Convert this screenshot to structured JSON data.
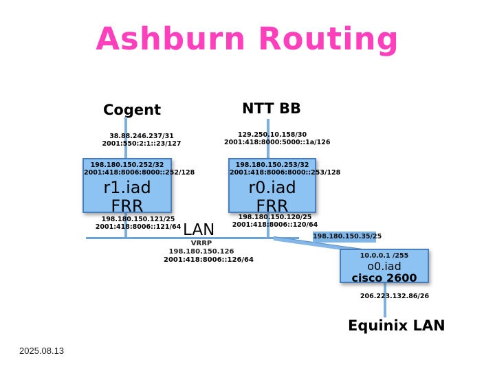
{
  "title": "Ashburn Routing",
  "date": "2025.08.13",
  "colors": {
    "title_pink": "#ff3fbc",
    "node_fill": "#8dc3f2",
    "node_border": "#4a7ebb",
    "line_blue": "#7fafdd"
  },
  "nodes": {
    "cogent": {
      "label": "Cogent",
      "ip4": "38.88.246.237/31",
      "ip6": "2001:550:2:1::23/127"
    },
    "ntt": {
      "label": "NTT BB",
      "ip4": "129.250.10.158/30",
      "ip6": "2001:418:8000:5000::1a/126"
    },
    "r1": {
      "ip4": "198.180.150.252/32",
      "ip6": "2001:418:8006:8000::252/128",
      "name": "r1.iad",
      "platform": "FRR",
      "lan_ip4": "198.180.150.121/25",
      "lan_ip6": "2001:418:8006::121/64"
    },
    "r0": {
      "ip4": "198.180.150.253/32",
      "ip6": "2001:418:8006:8000::253/128",
      "name": "r0.iad",
      "platform": "FRR",
      "lan_ip4": "198.180.150.120/25",
      "lan_ip6": "2001:418:8006::120/64"
    },
    "lan": {
      "label": "LAN",
      "vrrp_label": "VRRP",
      "vrrp_ip4": "198.180.150.126",
      "vrrp_ip6": "2001:418:8006::126/64"
    },
    "uplink_label": "198.180.150.35/25",
    "o0": {
      "ip": "10.0.0.1 /255",
      "name": "o0.iad",
      "platform": "cisco 2600",
      "downlink_ip": "206.223.132.86/26"
    },
    "equinix": {
      "label": "Equinix LAN"
    }
  }
}
